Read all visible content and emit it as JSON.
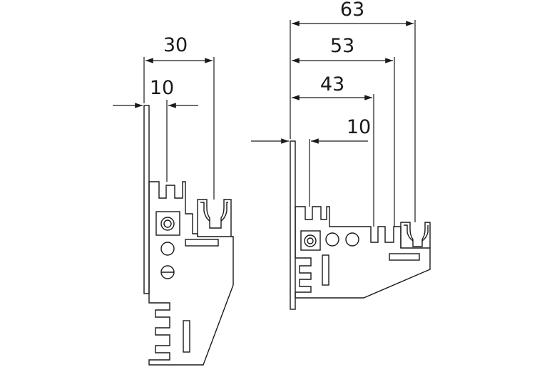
{
  "dimensions": {
    "left": {
      "overall": "30",
      "offset": "10"
    },
    "right": {
      "overall": "63",
      "mid": "53",
      "inner": "43",
      "offset": "10"
    }
  },
  "colors": {
    "line": "#1a1a1a",
    "background": "#ffffff"
  }
}
